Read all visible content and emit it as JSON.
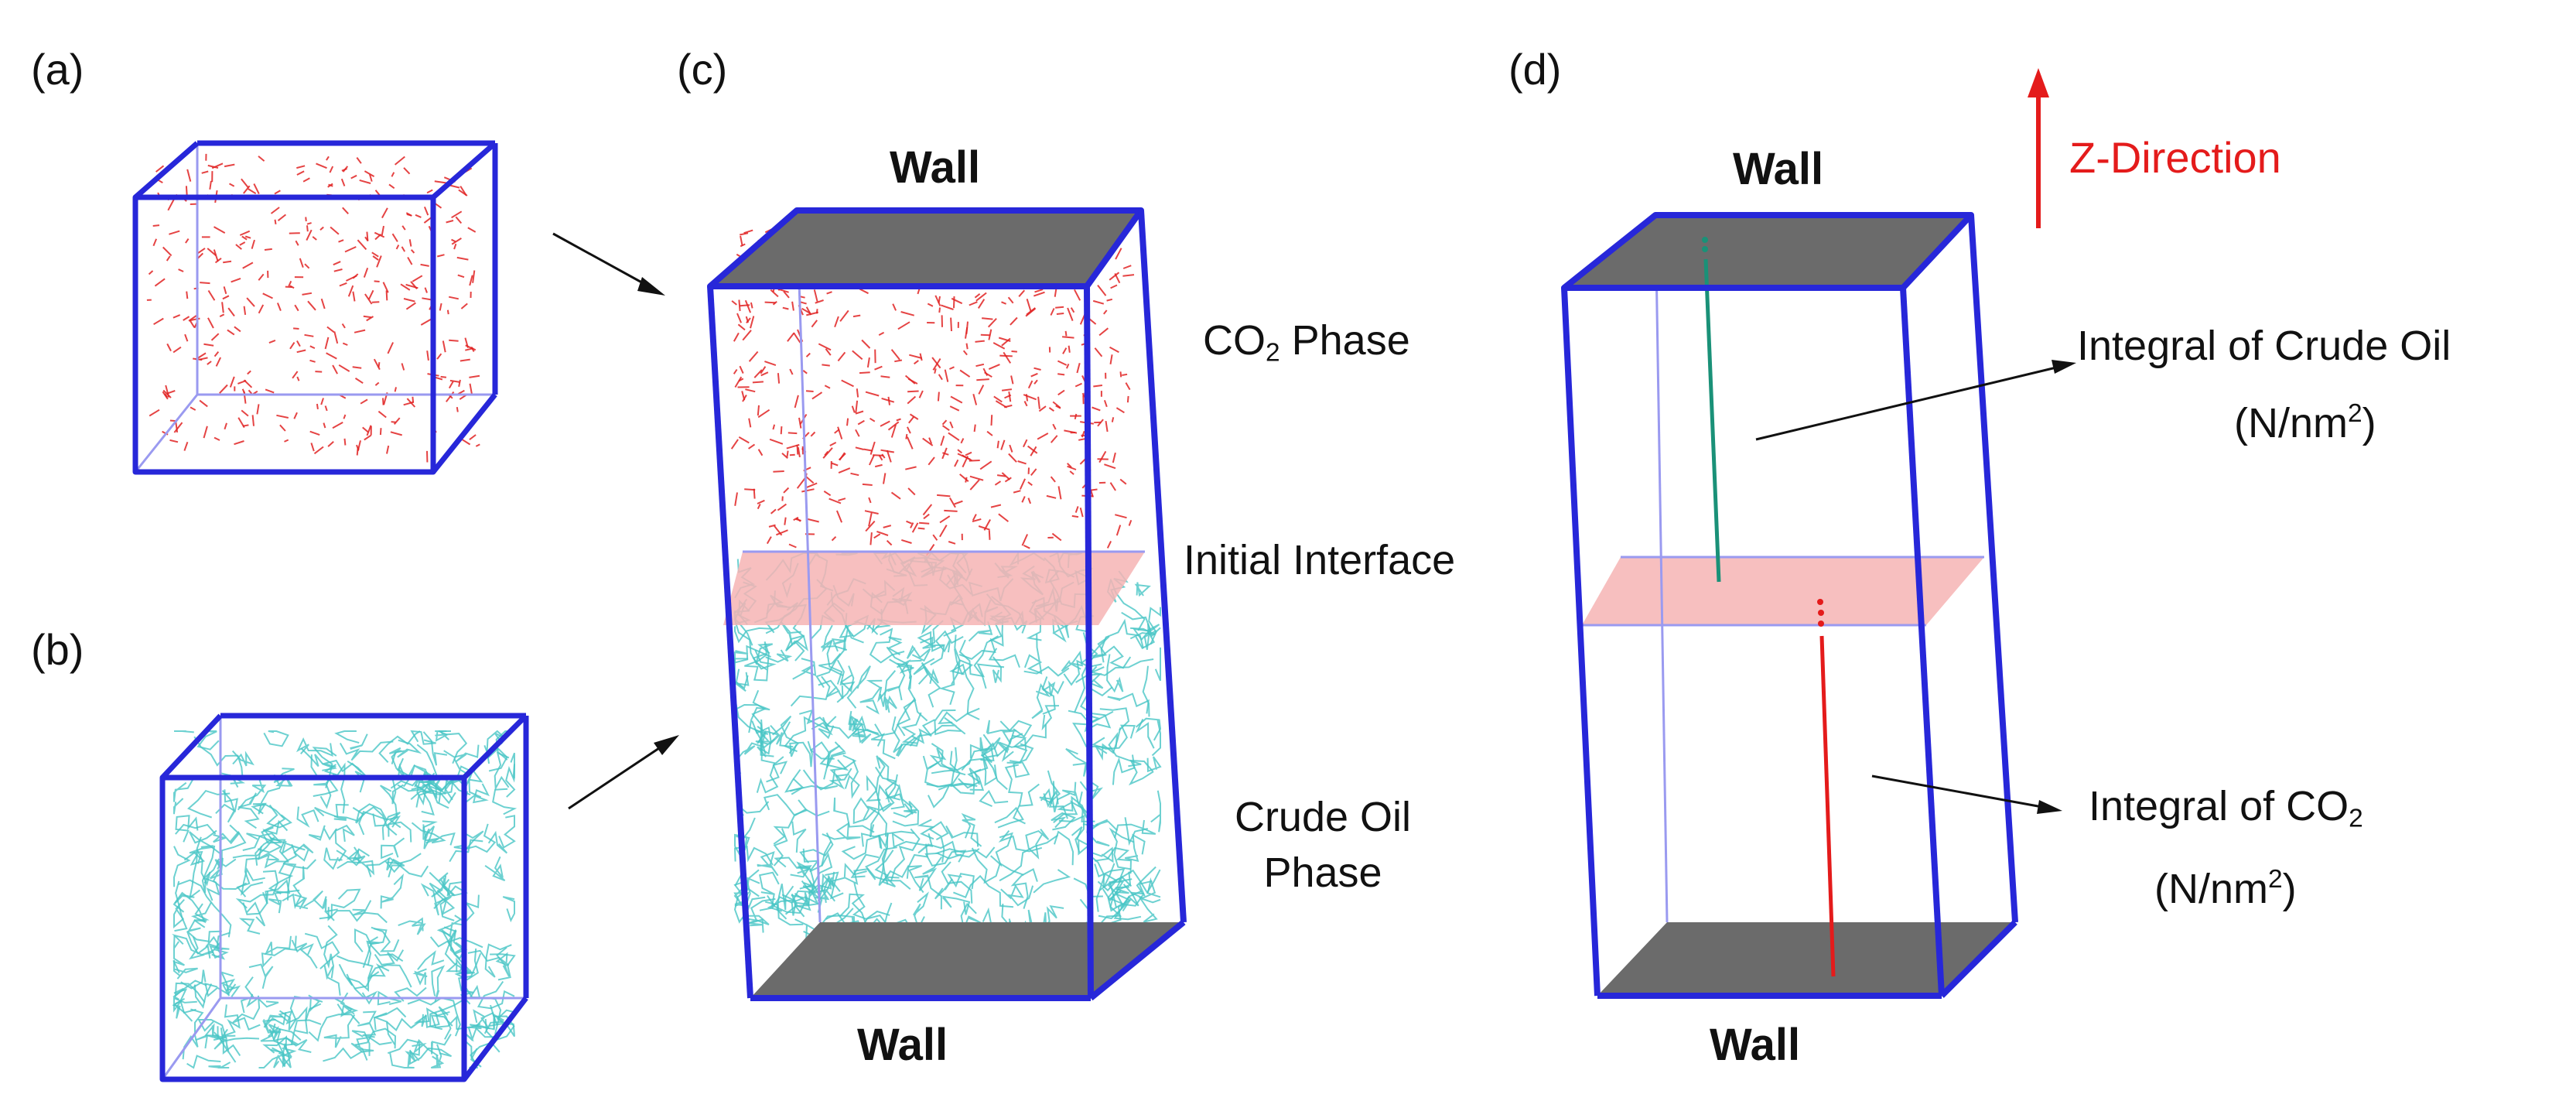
{
  "panels": {
    "a": "(a)",
    "b": "(b)",
    "c": "(c)",
    "d": "(d)"
  },
  "labels": {
    "wall": "Wall",
    "co2_phase_pre": "CO",
    "co2_phase_sub": "2",
    "co2_phase_post": " Phase",
    "initial_interface": "Initial Interface",
    "crude_oil_line1": "Crude Oil",
    "crude_oil_line2": "Phase",
    "z_direction": "Z-Direction",
    "integral_crude_oil": "Integral of Crude Oil",
    "integral_co2_pre": "Integral of CO",
    "integral_co2_sub": "2",
    "unit_pre": "(N/nm",
    "unit_sup": "2",
    "unit_post": ")"
  },
  "colors": {
    "box_edge": "#2727d9",
    "box_back_edge": "#9a9af0",
    "co2_molecules": "#e02222",
    "oil_molecules": "#49c6c6",
    "wall_fill": "#6b6b6b",
    "interface_fill": "#f6b4b4",
    "z_arrow": "#e41b1b",
    "crude_oil_integral_line": "#1a9178",
    "co2_integral_line": "#e41b1b"
  }
}
